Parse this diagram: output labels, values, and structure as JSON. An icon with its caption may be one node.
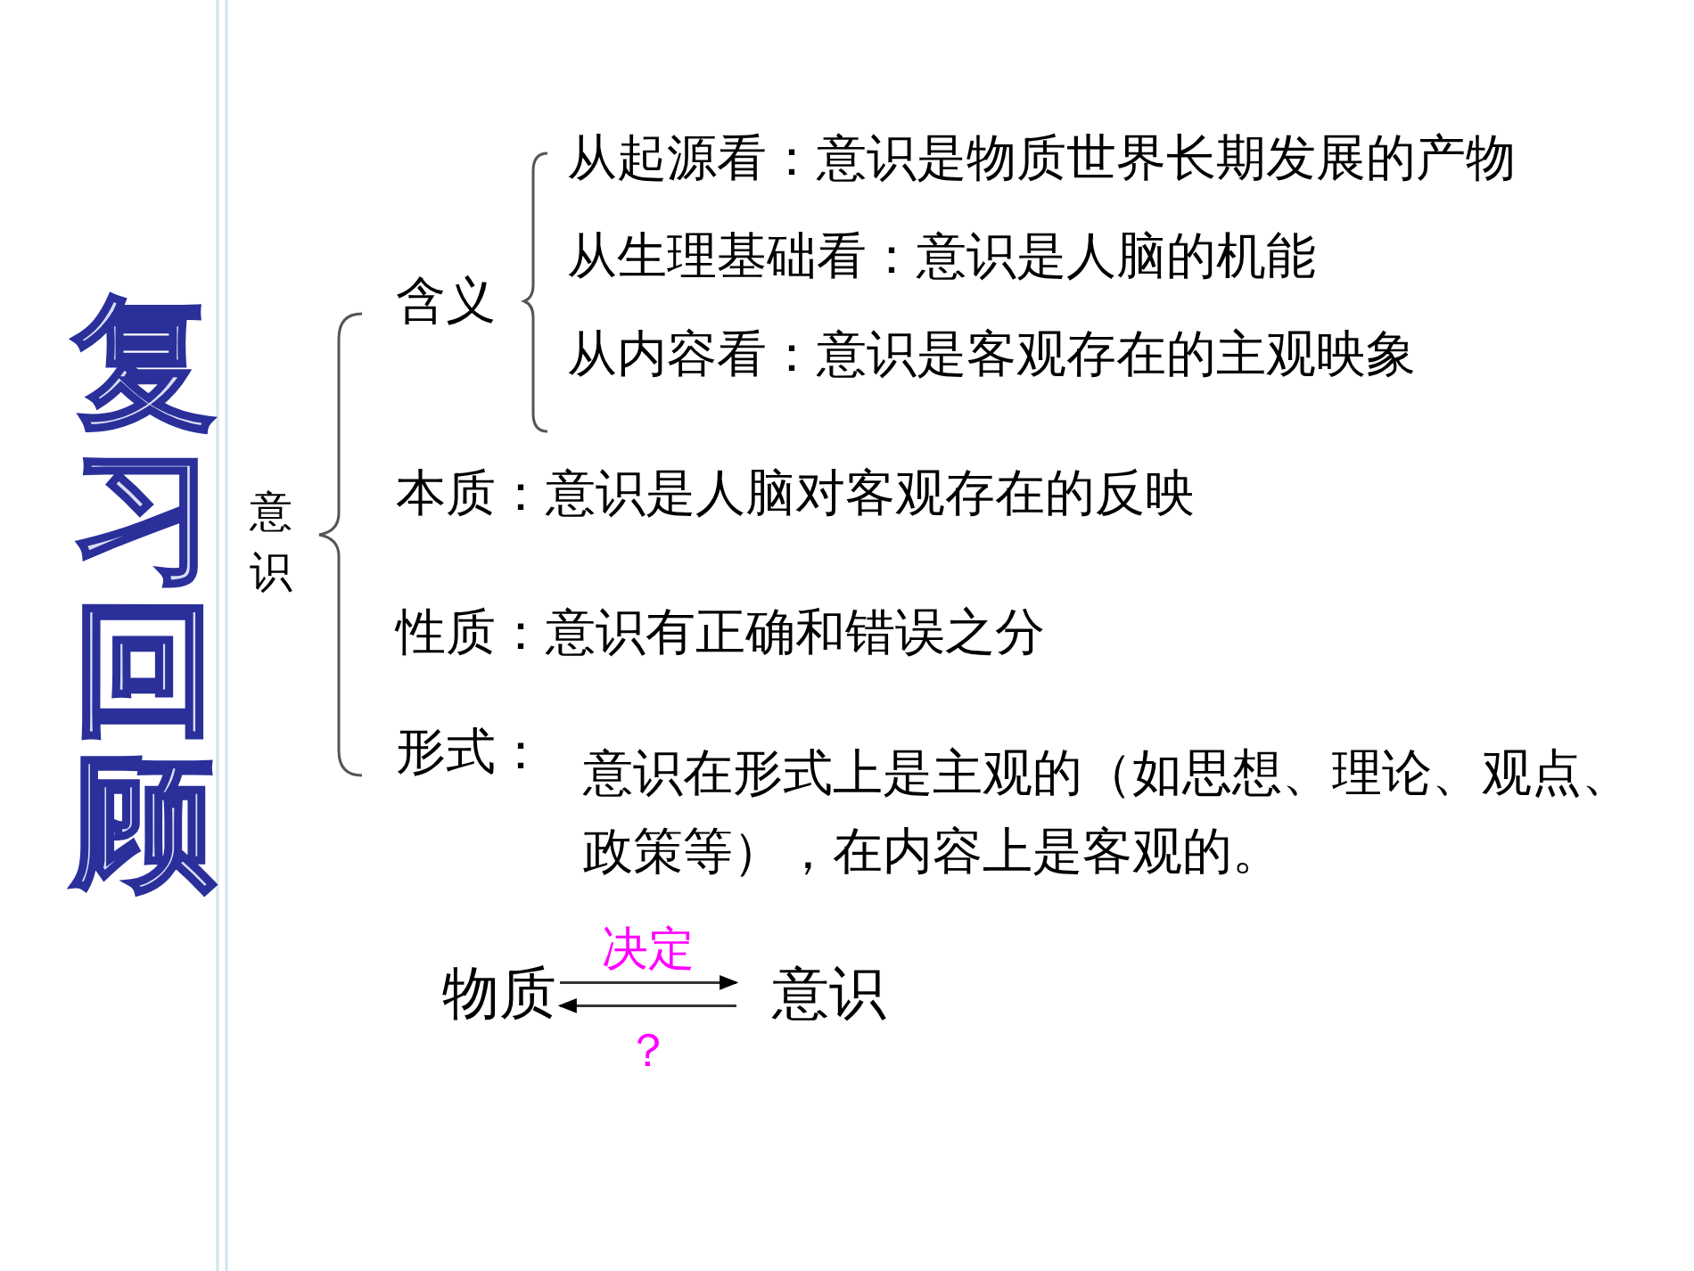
{
  "diagram": {
    "title": "复习回顾",
    "nodes": [
      {
        "text": [
          "物质"
        ]
      },
      {
        "text": [
          "意识"
        ]
      }
    ],
    "edges": [
      {
        "from": 0,
        "to": 1,
        "arrow": "to",
        "label": "决定"
      },
      {
        "from": 1,
        "to": 0,
        "arrow": "to",
        "label": "？"
      }
    ],
    "labels": [
      "意识",
      "含义",
      "从起源看：意识是物质世界长期发展的产物",
      "从生理基础看：意识是人脑的机能",
      "从内容看：意识是客观存在的主观映象",
      "本质：意识是人脑对客观存在的反映",
      "性质：意识有正确和错误之分",
      "形式：",
      "意识在形式上是主观的（如思想、理论、观点、政策等），在内容上是客观的。"
    ]
  }
}
